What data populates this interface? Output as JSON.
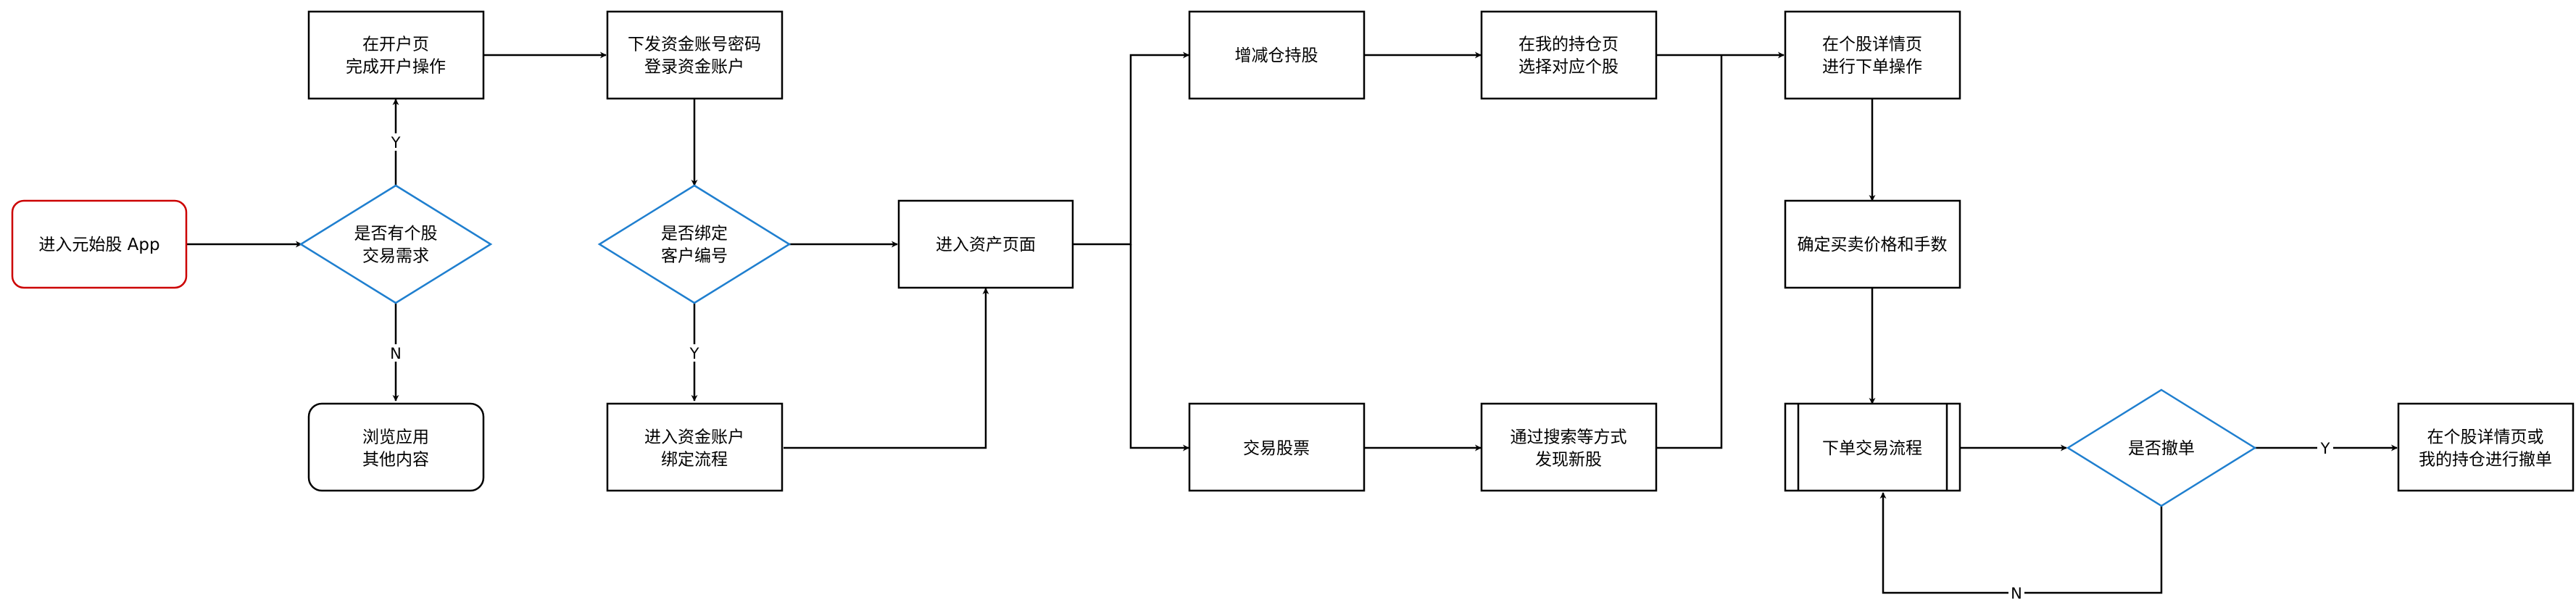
{
  "nodes": {
    "start": [
      "进入元始股 App"
    ],
    "q_need": [
      "是否有个股",
      "交易需求"
    ],
    "open": [
      "在开户页",
      "完成开户操作"
    ],
    "browse": [
      "浏览应用",
      "其他内容"
    ],
    "login": [
      "下发资金账号密码",
      "登录资金账户"
    ],
    "q_bind": [
      "是否绑定",
      "客户编号"
    ],
    "bind": [
      "进入资金账户",
      "绑定流程"
    ],
    "asset": [
      "进入资产页面"
    ],
    "adjust": [
      "增减仓持股"
    ],
    "trade": [
      "交易股票"
    ],
    "select_hold": [
      "在我的持仓页",
      "选择对应个股"
    ],
    "discover": [
      "通过搜索等方式",
      "发现新股"
    ],
    "detail": [
      "在个股详情页",
      "进行下单操作"
    ],
    "price": [
      "确定买卖价格和手数"
    ],
    "order": [
      "下单交易流程"
    ],
    "q_cancel": [
      "是否撤单"
    ],
    "cancel": [
      "在个股详情页或",
      "我的持仓进行撤单"
    ]
  },
  "edge_labels": {
    "need_yes": "Y",
    "need_no": "N",
    "bind_yes": "Y",
    "cancel_yes": "Y",
    "cancel_no": "N"
  },
  "colors": {
    "stroke": "#000000",
    "start_border": "#cc0000",
    "decision_border": "#1f7fcf"
  }
}
